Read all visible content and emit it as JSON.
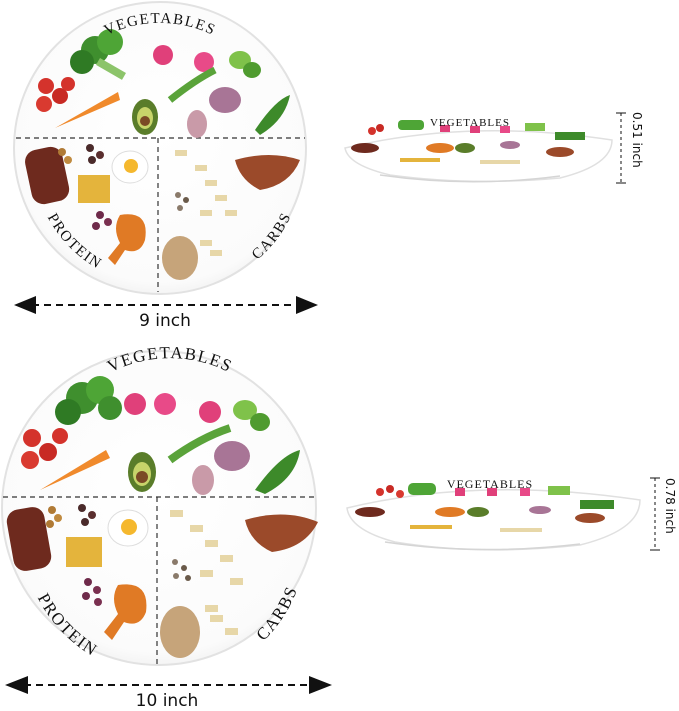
{
  "plates": [
    {
      "sections": {
        "top": "VEGETABLES",
        "left": "PROTEIN",
        "right": "CARBS"
      },
      "diameter_label": "9 inch",
      "height_label": "0.51 inch"
    },
    {
      "sections": {
        "top": "VEGETABLES",
        "left": "PROTEIN",
        "right": "CARBS"
      },
      "diameter_label": "10 inch",
      "height_label": "0.78 inch"
    }
  ],
  "side_plate_labels": [
    "VEGETABLES",
    "VEGETABLES"
  ],
  "colors": {
    "line": "#111111",
    "rim": "#e6e6e6",
    "plate": "#ffffff"
  }
}
